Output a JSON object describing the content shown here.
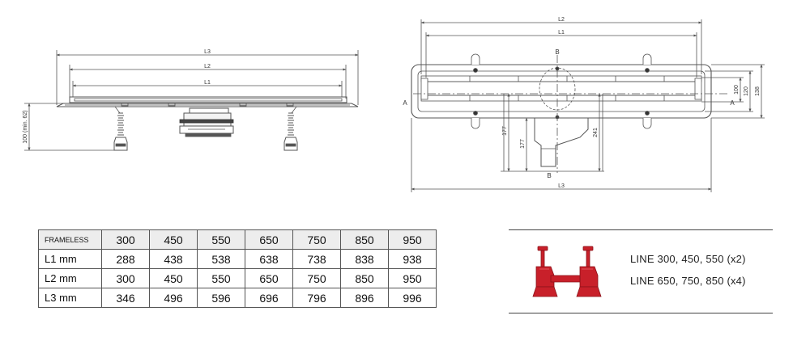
{
  "drawing_side": {
    "dim_l3": "L3",
    "dim_l2": "L2",
    "dim_l1": "L1",
    "height_label": "100 (min. 62)"
  },
  "drawing_top": {
    "dim_l2": "L2",
    "dim_l1": "L1",
    "dim_l3": "L3",
    "section_a_left": "A",
    "section_a_right": "A",
    "section_b_top": "B",
    "section_b_bottom": "B",
    "dim_100": "100",
    "dim_120": "120",
    "dim_138": "138",
    "dim_177a": "177",
    "dim_177b": "177",
    "dim_241": "241"
  },
  "table": {
    "rows": [
      {
        "label": "FRAMELESS",
        "values": [
          "300",
          "450",
          "550",
          "650",
          "750",
          "850",
          "950"
        ]
      },
      {
        "label": "L1 mm",
        "values": [
          "288",
          "438",
          "538",
          "638",
          "738",
          "838",
          "938"
        ]
      },
      {
        "label": "L2 mm",
        "values": [
          "300",
          "450",
          "550",
          "650",
          "750",
          "850",
          "950"
        ]
      },
      {
        "label": "L3 mm",
        "values": [
          "346",
          "496",
          "596",
          "696",
          "796",
          "896",
          "996"
        ]
      }
    ]
  },
  "legend": {
    "line1": "LINE 300, 450, 550 (x2)",
    "line2": "LINE 650, 750, 850 (x4)",
    "icon": "support-feet-icon",
    "accent_color": "#c8202a"
  }
}
